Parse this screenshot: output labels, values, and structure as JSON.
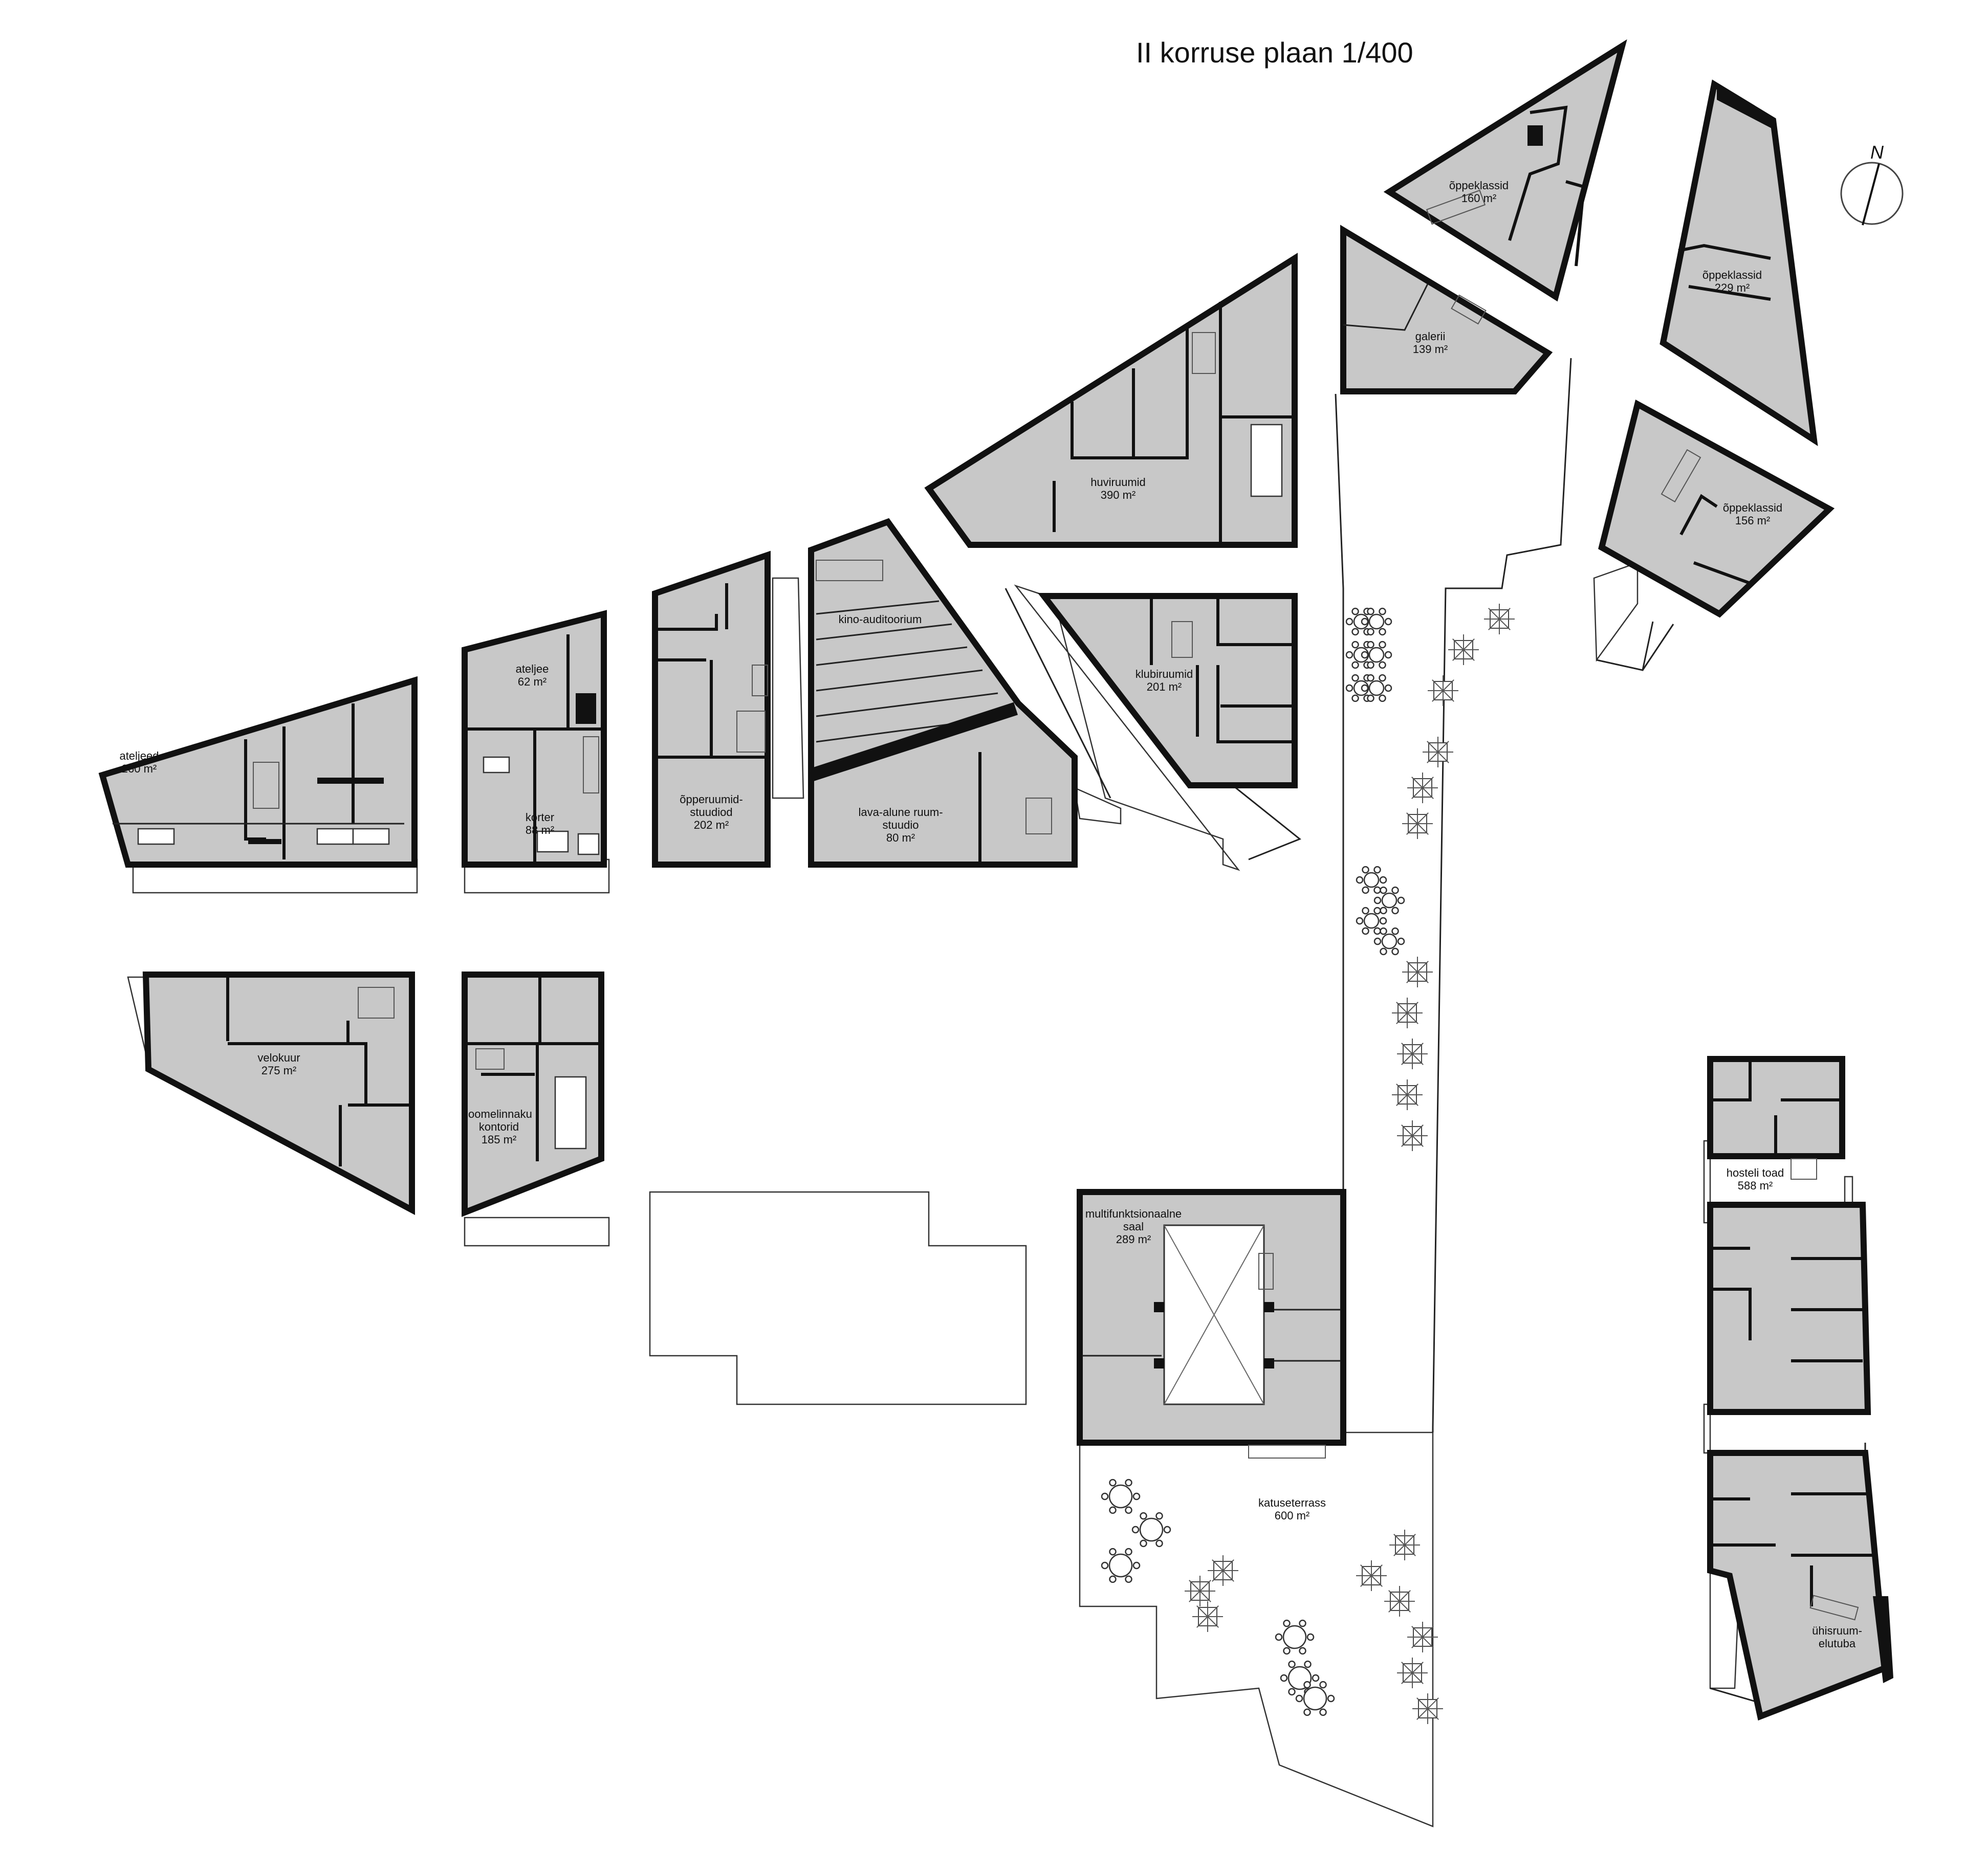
{
  "title": "II korruse plaan 1/400",
  "north_label": "N",
  "rooms": {
    "ateljeed": {
      "name": "ateljeed",
      "area": "260 m²"
    },
    "ateljee": {
      "name": "ateljee",
      "area": "62 m²"
    },
    "korter": {
      "name": "korter",
      "area": "88 m²"
    },
    "opperuumid": {
      "name_1": "õpperuumid-",
      "name_2": "stuudiod",
      "area": "202 m²"
    },
    "kino": {
      "name": "kino-auditoorium"
    },
    "lava": {
      "name_1": "lava-alune ruum-",
      "name_2": "stuudio",
      "area": "80 m²"
    },
    "huviruumid": {
      "name": "huviruumid",
      "area": "390 m²"
    },
    "klubiruumid": {
      "name": "klubiruumid",
      "area": "201 m²"
    },
    "galerii": {
      "name": "galerii",
      "area": "139 m²"
    },
    "oppeklassid_160": {
      "name": "õppeklassid",
      "area": "160 m²"
    },
    "oppeklassid_229": {
      "name": "õppeklassid",
      "area": "229 m²"
    },
    "oppeklassid_156": {
      "name": "õppeklassid",
      "area": "156 m²"
    },
    "velokuur": {
      "name": "velokuur",
      "area": "275 m²"
    },
    "loomelinnaku": {
      "name_1": "loomelinnaku",
      "name_2": "kontorid",
      "area": "185 m²"
    },
    "multifunktsionaalne": {
      "name_1": "multifunktsionaalne",
      "name_2": "saal",
      "area": "289 m²"
    },
    "katuseterrass": {
      "name": "katuseterrass",
      "area": "600 m²"
    },
    "hosteli": {
      "name": "hosteli toad",
      "area": "588 m²"
    },
    "uhisruum": {
      "name_1": "ühisruum-",
      "name_2": "elutuba"
    }
  }
}
